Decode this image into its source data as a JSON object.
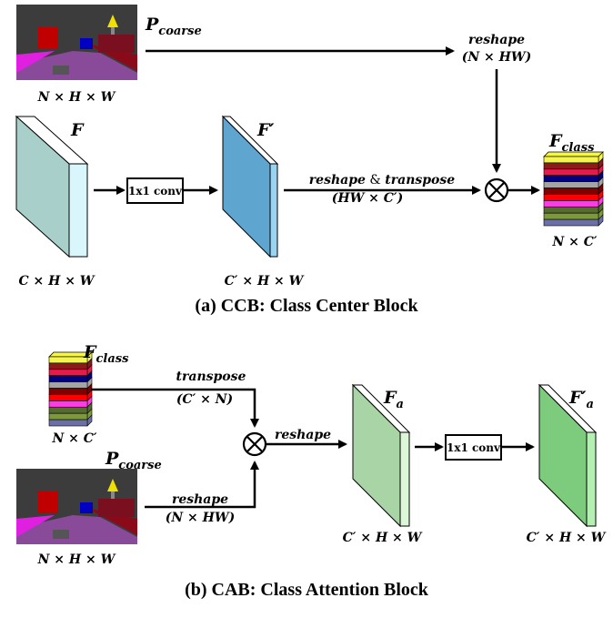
{
  "ccb": {
    "p_coarse_label": "P",
    "p_coarse_sub": "coarse",
    "p_coarse_dims": "N × H × W",
    "reshape_label": "reshape",
    "reshape_dims": "(N × HW)",
    "f_label": "F",
    "f_dims": "C × H × W",
    "conv_label": "1x1 conv",
    "f_prime_label": "F′",
    "f_prime_dims": "C′ × H × W",
    "reshape_transpose_a": "reshape",
    "reshape_transpose_amp": " & ",
    "reshape_transpose_b": "transpose",
    "reshape_transpose_dims": "(HW × C′)",
    "multiply_symbol": "⊗",
    "f_class_label": "F",
    "f_class_sub": "class",
    "f_class_dims": "N × C′",
    "caption": "(a) CCB: Class Center Block"
  },
  "cab": {
    "f_class_label": "F",
    "f_class_sub": "class",
    "f_class_dims": "N × C′",
    "transpose_label": "transpose",
    "transpose_dims": "(C′ × N)",
    "multiply_symbol": "⊗",
    "reshape_label": "reshape",
    "p_coarse_label": "P",
    "p_coarse_sub": "coarse",
    "p_coarse_dims": "N × H × W",
    "reshape2_label": "reshape",
    "reshape2_dims": "(N × HW)",
    "f_a_label": "F",
    "f_a_sub": "a",
    "f_a_dims": "C′ × H × W",
    "conv_label": "1x1 conv",
    "f_a_prime_label": "F′",
    "f_a_prime_sub": "a",
    "f_a_prime_dims": "C′ × H × W",
    "caption": "(b) CAB: Class Attention Block"
  },
  "colors": {
    "f_front": "#a8cfc9",
    "f_side": "#d8f6fb",
    "f_prime_front": "#5ea5cf",
    "f_prime_side": "#9ad4f0",
    "f_a_front": "#a8d4a6",
    "f_a_side": "#dbf7d8",
    "f_a_prime_front": "#7dcb7d",
    "f_a_prime_side": "#b5f0b3",
    "class_stack": [
      "#f5f54a",
      "#8b1a1a",
      "#e8194b",
      "#000080",
      "#a4a4a4",
      "#800000",
      "#ff0000",
      "#ff3be6",
      "#556b2f",
      "#7d9a3b",
      "#6b6fa8"
    ]
  }
}
